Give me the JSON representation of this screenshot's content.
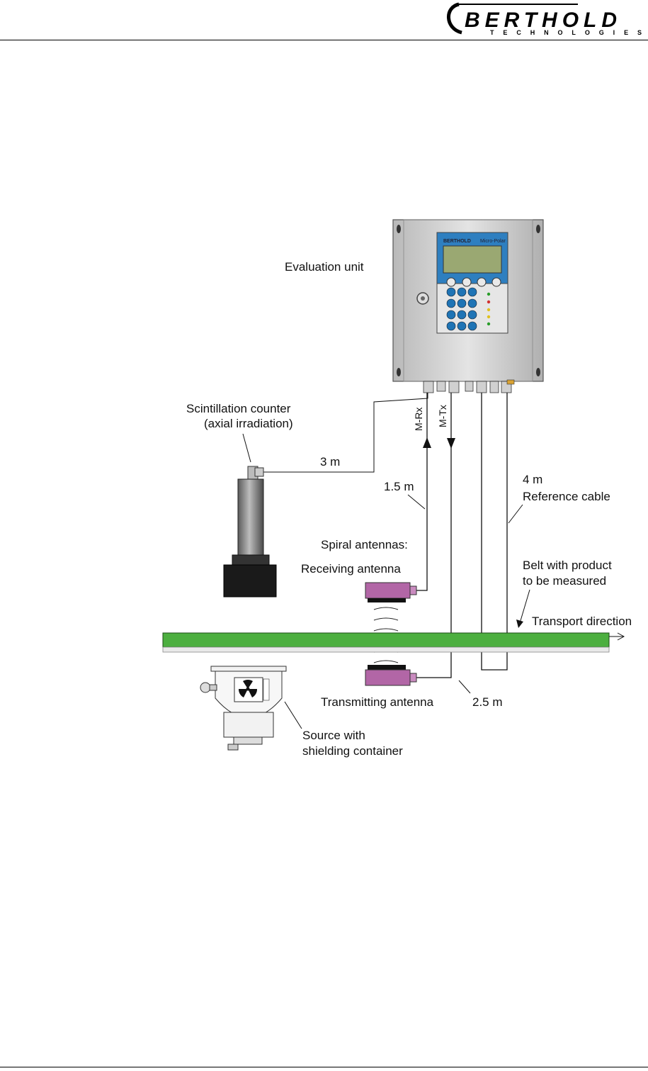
{
  "logo": {
    "brand": "BERTHOLD",
    "sub": "TECHNOLOGIES"
  },
  "device": {
    "brand": "BERTHOLD",
    "model": "Micro-Polar"
  },
  "labels": {
    "evaluation_unit": "Evaluation unit",
    "scint_1": "Scintillation counter",
    "scint_2": "(axial irradiation)",
    "len_3m": "3 m",
    "len_15m": "1.5 m",
    "m_rx": "M-Rx",
    "m_tx": "M-Tx",
    "spiral": "Spiral antennas:",
    "receiving": "Receiving antenna",
    "len_4m": "4 m",
    "reference": "Reference cable",
    "belt_1": "Belt with product",
    "belt_2": "to be measured",
    "transport": "Transport direction",
    "transmitting": "Transmitting antenna",
    "len_25m": "2.5 m",
    "source_1": "Source with",
    "source_2": "shielding container"
  },
  "colors": {
    "belt": "#4caf3f",
    "antenna": "#b266a6",
    "keypad": "#1f74b5",
    "screen": "#9aa872",
    "cabinet": "#c9c9c9"
  }
}
